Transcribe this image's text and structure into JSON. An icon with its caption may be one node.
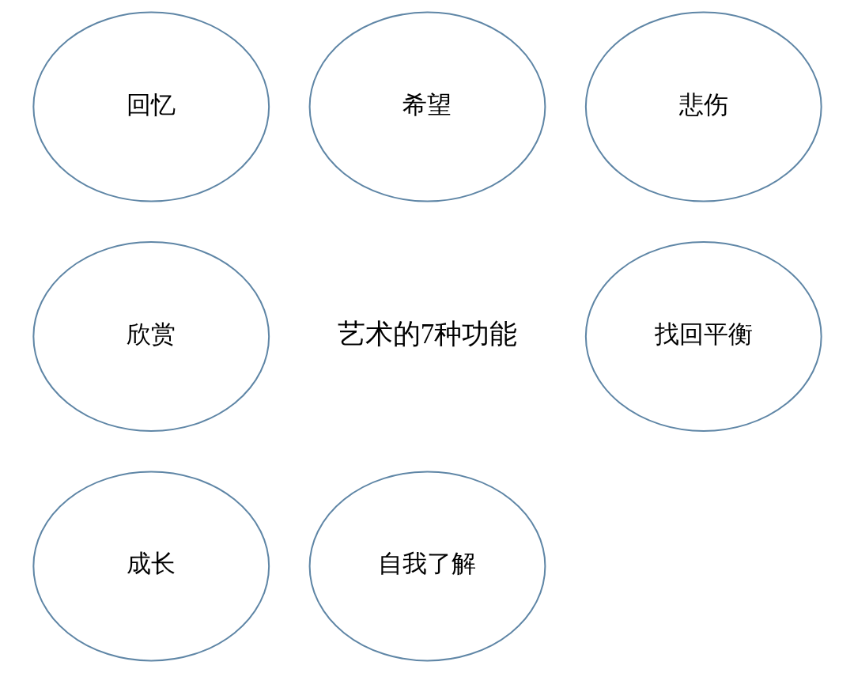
{
  "diagram": {
    "nodes": [
      {
        "text": [
          "回忆"
        ]
      },
      {
        "text": [
          "希望"
        ]
      },
      {
        "text": [
          "悲伤"
        ]
      },
      {
        "text": [
          "欣赏"
        ]
      },
      {
        "text": [
          "找回平衡"
        ]
      },
      {
        "text": [
          "成长"
        ]
      },
      {
        "text": [
          "自我了解"
        ]
      }
    ],
    "labels": [
      "艺术的7种功能"
    ]
  }
}
